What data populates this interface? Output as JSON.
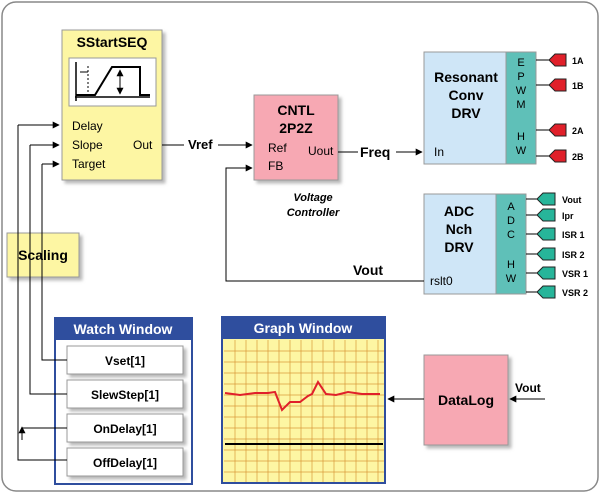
{
  "sstartseq": {
    "title": "SStartSEQ",
    "inputs": [
      "Delay",
      "Slope",
      "Target"
    ],
    "output": "Out"
  },
  "vref_label": "Vref",
  "cntl": {
    "title_line1": "CNTL",
    "title_line2": "2P2Z",
    "ref": "Ref",
    "fb": "FB",
    "out": "Uout",
    "caption_line1": "Voltage",
    "caption_line2": "Controller"
  },
  "freq_label": "Freq",
  "resonant": {
    "title_line1": "Resonant",
    "title_line2": "Conv",
    "title_line3": "DRV",
    "input": "In",
    "side_top": [
      "E",
      "P",
      "W",
      "M"
    ],
    "side_bottom": [
      "H",
      "W"
    ],
    "outputs": [
      "1A",
      "1B",
      "2A",
      "2B"
    ]
  },
  "adc": {
    "title_line1": "ADC",
    "title_line2": "Nch",
    "title_line3": "DRV",
    "output": "rslt0",
    "side_top": [
      "A",
      "D",
      "C"
    ],
    "side_bottom": [
      "H",
      "W"
    ],
    "inputs": [
      "Vout",
      "Ipr",
      "ISR 1",
      "ISR 2",
      "VSR 1",
      "VSR 2"
    ]
  },
  "vout_label": "Vout",
  "scaling": "Scaling",
  "watch_window": {
    "title": "Watch Window",
    "items": [
      "Vset[1]",
      "SlewStep[1]",
      "OnDelay[1]",
      "OffDelay[1]"
    ]
  },
  "graph_window": {
    "title": "Graph Window"
  },
  "datalog": {
    "label": "DataLog",
    "input": "Vout"
  },
  "colors": {
    "yellow": "#fdf6a3",
    "pink": "#f7a8b3",
    "blue": "#cfe6f7",
    "teal": "#5fc0b8",
    "red": "#e0202a",
    "green": "#27b59a",
    "navy": "#2f4e9e",
    "grid": "#d89a3a"
  }
}
